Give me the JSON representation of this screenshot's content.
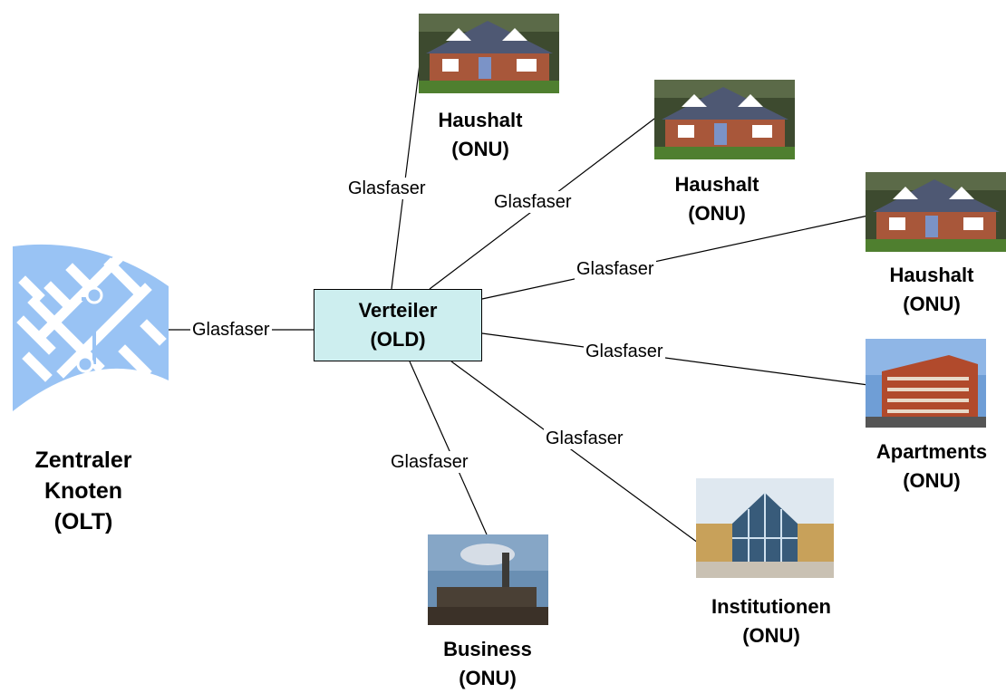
{
  "center_node": {
    "line1": "Verteiler",
    "line2": "(OLD)"
  },
  "olt": {
    "line1": "Zentraler",
    "line2": "Knoten",
    "line3": "(OLT)"
  },
  "nodes": [
    {
      "line1": "Haushalt",
      "line2": "(ONU)"
    },
    {
      "line1": "Haushalt",
      "line2": "(ONU)"
    },
    {
      "line1": "Haushalt",
      "line2": "(ONU)"
    },
    {
      "line1": "Apartments",
      "line2": "(ONU)"
    },
    {
      "line1": "Institutionen",
      "line2": "(ONU)"
    },
    {
      "line1": "Business",
      "line2": "(ONU)"
    }
  ],
  "edge_labels": [
    "Glasfaser",
    "Glasfaser",
    "Glasfaser",
    "Glasfaser",
    "Glasfaser",
    "Glasfaser",
    "Glasfaser"
  ],
  "colors": {
    "center_fill": "#cdeeef",
    "olt_blue": "#99c3f4"
  }
}
